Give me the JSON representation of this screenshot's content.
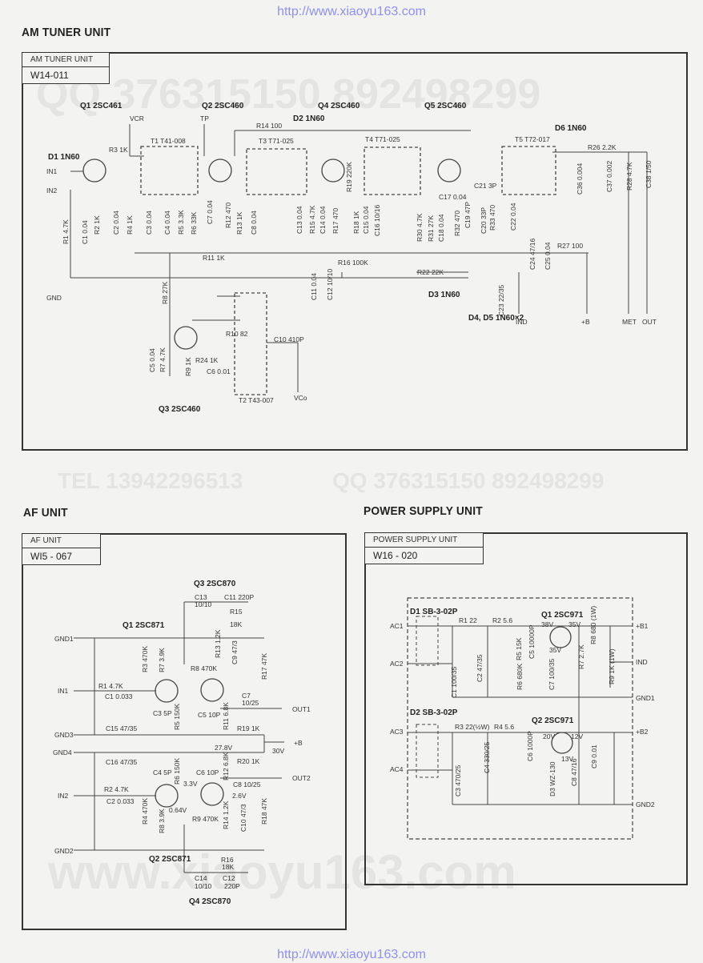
{
  "watermarks": {
    "url_top": "http://www.xiaoyu163.com",
    "url_bottom": "http://www.xiaoyu163.com",
    "qq": "QQ 376315150   892498299",
    "tel": "TEL  13942296513",
    "qq2": "QQ 376315150  892498299",
    "www": "www.xiaoyu163.com"
  },
  "am_tuner": {
    "section_title": "AM TUNER UNIT",
    "tag_name": "AM TUNER UNIT",
    "tag_code": "W14-011",
    "labels": [
      "Q1 2SC461",
      "Q2 2SC460",
      "Q4 2SC460",
      "Q5 2SC460",
      "VCR",
      "TP",
      "R14 100",
      "D2 1N60",
      "T1 T41-008",
      "T3 T71-025",
      "T4 T71-025",
      "T5 T72-017",
      "D1 1N60",
      "IN1",
      "IN2",
      "R3 1K",
      "D6 1N60",
      "R26 2.2K",
      "GND",
      "R11 1K",
      "R16 100K",
      "R22 22K",
      "R27 100",
      "C17 0.04",
      "C21 3P",
      "D3 1N60",
      "D4, D5 1N60×2",
      "IND",
      "+B",
      "MET",
      "OUT",
      "R10 82",
      "C10 410P",
      "T2 T43-007",
      "VCo",
      "Q3 2SC460",
      "C6 0.01",
      "R24 1K"
    ],
    "rot_labels": [
      "R1 4.7K",
      "C1 0.04",
      "R2 1K",
      "C2 0.04",
      "R4 1K",
      "C3 0.04",
      "C4 0.04",
      "R5 3.3K",
      "R6 33K",
      "C7 0.04",
      "R12 470",
      "R13 1K",
      "C8 0.04",
      "C13 0.04",
      "R15 4.7K",
      "C14 0.04",
      "R17 470",
      "R19 220K",
      "R18 1K",
      "C15 0.04",
      "C16 10/16",
      "R30 4.7K",
      "R31 27K",
      "C18 0.04",
      "R32 470",
      "C19 47P",
      "C20 33P",
      "R33 470",
      "C22 0.04",
      "C36 0.004",
      "C37 0.002",
      "R28 4.7K",
      "C38 1/50",
      "C11 0.04",
      "C12 10/10",
      "C24 47/16",
      "C25 0.04",
      "C23 22/35",
      "R8 27K",
      "C5 0.04",
      "R7 4.7K",
      "R9 1K"
    ]
  },
  "af_unit": {
    "section_title": "AF UNIT",
    "tag_name": "AF UNIT",
    "tag_code": "WI5 - 067",
    "labels": [
      "Q3 2SC870",
      "C13",
      "10/10",
      "C11 220P",
      "R15",
      "18K",
      "Q1 2SC871",
      "GND1",
      "R8 470K",
      "IN1",
      "R1 4.7K",
      "C1 0.033",
      "C3 5P",
      "C5 10P",
      "C7",
      "10/25",
      "OUT1",
      "GND3",
      "C15 47/35",
      "R19 1K",
      "27.8V",
      "+B",
      "30V",
      "GND4",
      "C16 47/35",
      "R20 1K",
      "C4 5P",
      "C6 10P",
      "C8 10/25",
      "OUT2",
      "IN2",
      "R2 4.7K",
      "C2 0.033",
      "3.3V",
      "2.6V",
      "R9 470K",
      "0.64V",
      "GND2",
      "Q2 2SC871",
      "R16",
      "18K",
      "C14",
      "10/10",
      "C12",
      "220P",
      "Q4 2SC870"
    ],
    "rot_labels": [
      "R3 470K",
      "R7 3.9K",
      "R13 1.2K",
      "C9 47/3",
      "R17 47K",
      "R5 150K",
      "R11 6.8K",
      "R6 150K",
      "R12 6.8K",
      "R4 470K",
      "R8 3.9K",
      "R14 1.2K",
      "C10 47/3",
      "R18 47K"
    ]
  },
  "power_supply": {
    "section_title": "POWER SUPPLY UNIT",
    "tag_name": "POWER SUPPLY UNIT",
    "tag_code": "W16 - 020",
    "labels": [
      "D1 SB-3-02P",
      "AC1",
      "AC2",
      "R1 22",
      "R2 5.6",
      "Q1 2SC971",
      "38V",
      "35V",
      "35V",
      "+B1",
      "IND",
      "GND1",
      "D2 SB-3-02P",
      "AC3",
      "AC4",
      "R3 22(½W)",
      "R4 5.6",
      "Q2 2SC971",
      "20V",
      "12V",
      "13V",
      "+B2",
      "GND2"
    ],
    "rot_labels": [
      "C1 100/35",
      "C2 47/35",
      "R5 15K",
      "C5 10000P",
      "R6 680K",
      "C7 100/35",
      "R7 2.7K",
      "R8 680 (1W)",
      "R9 1K (1W)",
      "C3 470/25",
      "C4 330/25",
      "C6 1000P",
      "D3 WZ-130",
      "C8 47/16",
      "C9 0.01"
    ]
  }
}
